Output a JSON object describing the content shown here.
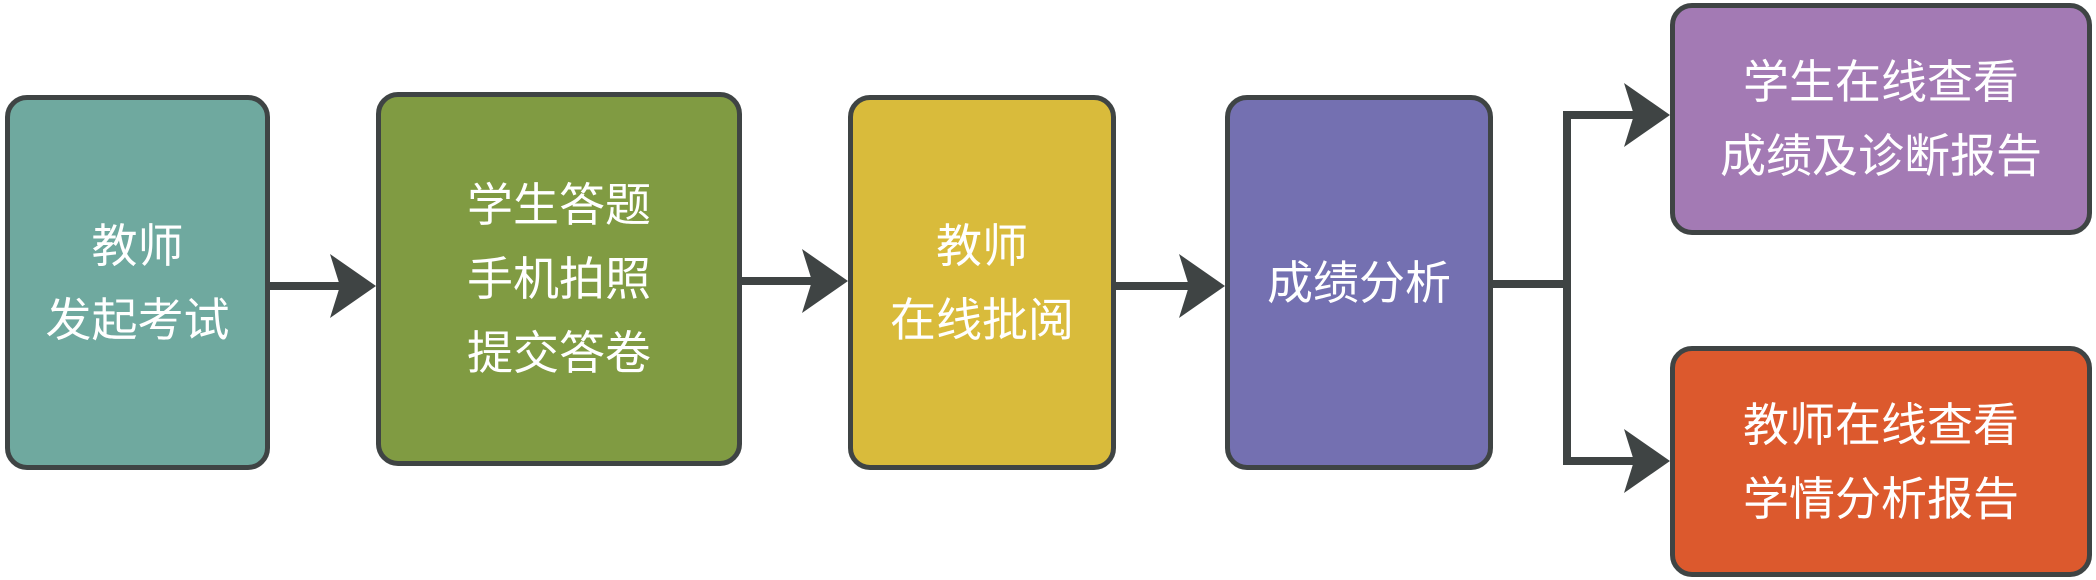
{
  "colors": {
    "border": "#3f4444",
    "arrow": "#3f4444",
    "text": "#ffffff",
    "launch": "#6fa99f",
    "answer": "#809b42",
    "review": "#d9bb3b",
    "analysis": "#7470b1",
    "student_report": "#a37ab4",
    "teacher_report": "#dc592d"
  },
  "nodes": {
    "launch": {
      "lines": [
        "教师",
        "发起考试"
      ]
    },
    "answer": {
      "lines": [
        "学生答题",
        "手机拍照",
        "提交答卷"
      ]
    },
    "review": {
      "lines": [
        "教师",
        "在线批阅"
      ]
    },
    "analysis": {
      "lines": [
        "成绩分析"
      ]
    },
    "student_report": {
      "lines": [
        "学生在线查看",
        "成绩及诊断报告"
      ]
    },
    "teacher_report": {
      "lines": [
        "教师在线查看",
        "学情分析报告"
      ]
    }
  },
  "edges": [
    {
      "from": "launch",
      "to": "answer"
    },
    {
      "from": "answer",
      "to": "review"
    },
    {
      "from": "review",
      "to": "analysis"
    },
    {
      "from": "analysis",
      "to": "student_report"
    },
    {
      "from": "analysis",
      "to": "teacher_report"
    }
  ]
}
